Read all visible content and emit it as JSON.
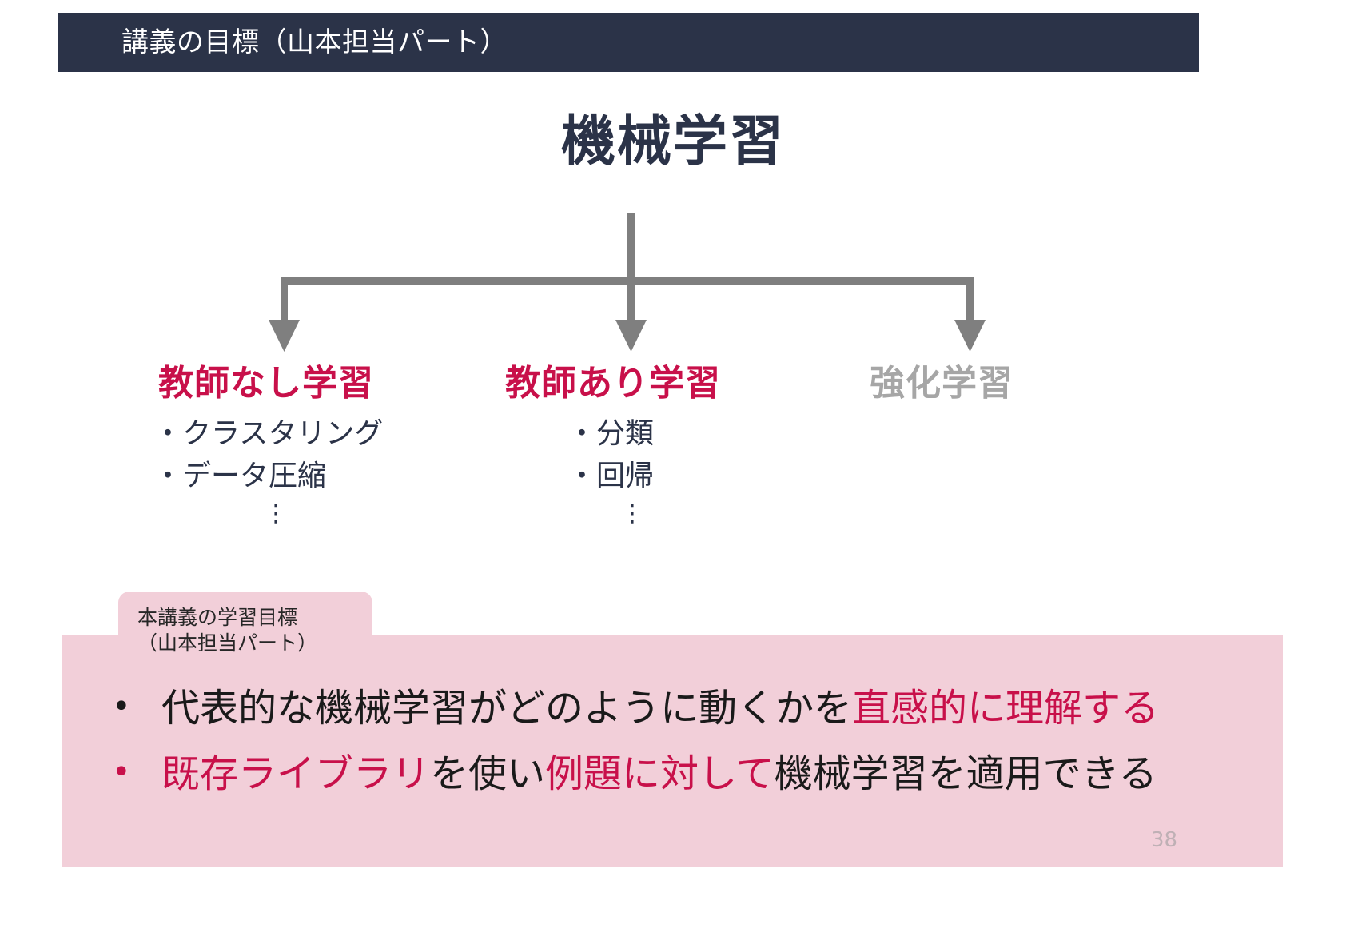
{
  "slide": {
    "title": "講義の目標（山本担当パート）",
    "page_number": "38",
    "colors": {
      "title_bar": "#2b3348",
      "accent_red": "#c8104a",
      "muted_gray": "#a6a6a6",
      "pink_panel": "#f2cfd9",
      "arrow_gray": "#7f7f7f",
      "text_dark": "#2b3348"
    }
  },
  "tree": {
    "root": "機械学習",
    "branches": [
      {
        "label": "教師なし学習",
        "color": "#c8104a",
        "items": [
          "・クラスタリング",
          "・データ圧縮"
        ],
        "ellipsis": "⋮"
      },
      {
        "label": "教師あり学習",
        "color": "#c8104a",
        "items": [
          "・分類",
          "・回帰"
        ],
        "ellipsis": "⋮"
      },
      {
        "label": "強化学習",
        "color": "#a6a6a6",
        "items": [],
        "ellipsis": ""
      }
    ]
  },
  "goal_panel": {
    "tab_line1": "本講義の学習目標",
    "tab_line2": "（山本担当パート）",
    "items": [
      {
        "bullet": "•",
        "segments": [
          {
            "text": "代表的な機械学習がどのように動くかを",
            "highlight": false
          },
          {
            "text": "直感的に理解する",
            "highlight": true
          }
        ]
      },
      {
        "bullet": "•",
        "segments": [
          {
            "text": "既存ライブラリ",
            "highlight": true
          },
          {
            "text": "を使い",
            "highlight": false
          },
          {
            "text": "例題に対して",
            "highlight": true
          },
          {
            "text": "機械学習を適用できる",
            "highlight": false
          }
        ]
      }
    ]
  }
}
